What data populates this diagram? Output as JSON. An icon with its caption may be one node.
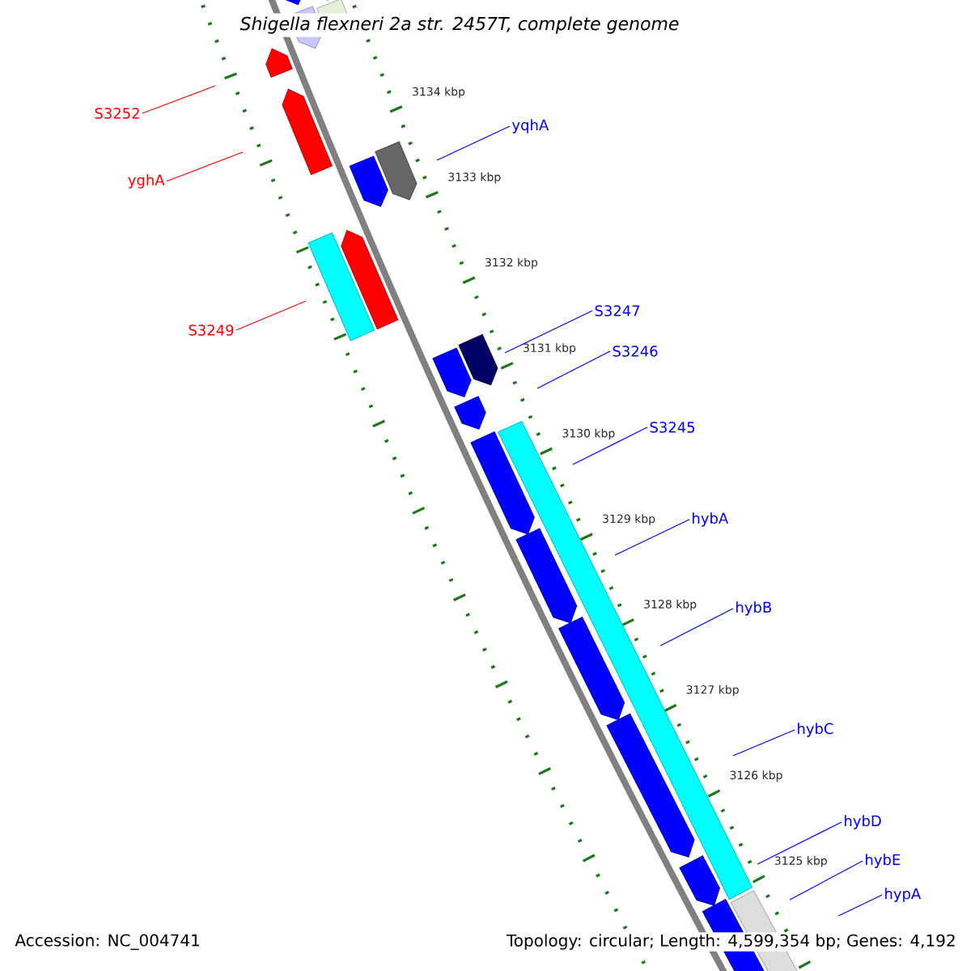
{
  "diagram": {
    "title": "Shigella flexneri 2a str. 2457T, complete genome",
    "nodes": [
      {
        "text": [
          "S3252"
        ]
      },
      {
        "text": [
          "yghA"
        ]
      },
      {
        "text": [
          "S3249"
        ]
      },
      {
        "text": [
          "yqhA"
        ]
      },
      {
        "text": [
          "S3247"
        ]
      },
      {
        "text": [
          "S3246"
        ]
      },
      {
        "text": [
          "S3245"
        ]
      },
      {
        "text": [
          "hybA"
        ]
      },
      {
        "text": [
          "hybB"
        ]
      },
      {
        "text": [
          "hybC"
        ]
      },
      {
        "text": [
          "hybD"
        ]
      },
      {
        "text": [
          "hybE"
        ]
      },
      {
        "text": [
          "hypA"
        ]
      }
    ],
    "edges": [
      {
        "from": 0,
        "to": null,
        "arrow": "none",
        "color": "#ff0000"
      },
      {
        "from": 1,
        "to": null,
        "arrow": "none",
        "color": "#ff0000"
      },
      {
        "from": 2,
        "to": null,
        "arrow": "none",
        "color": "#ff0000"
      },
      {
        "from": 3,
        "to": null,
        "arrow": "none"
      },
      {
        "from": 4,
        "to": null,
        "arrow": "none"
      },
      {
        "from": 5,
        "to": null,
        "arrow": "none"
      },
      {
        "from": 6,
        "to": null,
        "arrow": "none"
      },
      {
        "from": 7,
        "to": null,
        "arrow": "none"
      },
      {
        "from": 8,
        "to": null,
        "arrow": "none"
      },
      {
        "from": 9,
        "to": null,
        "arrow": "none"
      },
      {
        "from": 10,
        "to": null,
        "arrow": "none"
      },
      {
        "from": 11,
        "to": null,
        "arrow": "none"
      },
      {
        "from": 12,
        "to": null,
        "arrow": "none"
      }
    ],
    "labels": [
      "3134 kbp",
      "3133 kbp",
      "3132 kbp",
      "3131 kbp",
      "3130 kbp",
      "3129 kbp",
      "3128 kbp",
      "3127 kbp",
      "3126 kbp",
      "3125 kbp",
      "Accession: NC_004741",
      "Topology: circular; Length: 4,599,354 bp; Genes: 4,192"
    ]
  }
}
